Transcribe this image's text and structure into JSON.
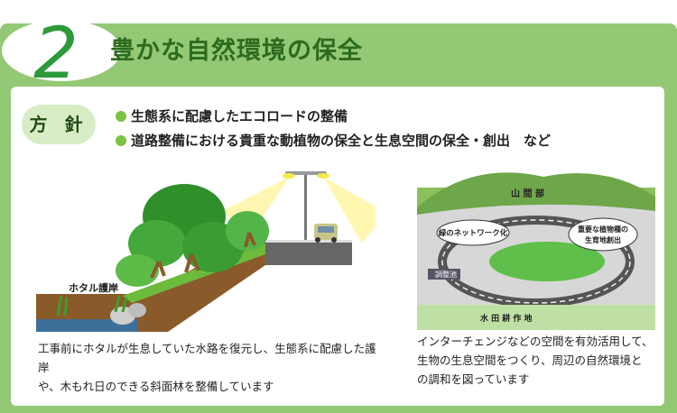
{
  "header": {
    "number": "2",
    "title": "豊かな自然環境の保全"
  },
  "policy": {
    "badge": "方 針",
    "items": [
      "生態系に配慮したエコロードの整備",
      "道路整備における貴重な動植物の保全と生息空間の保全・創出　など"
    ]
  },
  "left_illustration": {
    "label": "ホタル護岸",
    "caption_lines": [
      "工事前にホタルが生息していた水路を復元し、生態系に配慮した護岸",
      "や、木もれ日のできる斜面林を整備しています"
    ]
  },
  "right_illustration": {
    "labels": {
      "mountain": "山 間 部",
      "network": "緑のネットワーク化",
      "habitat_line1": "重要な植物種の",
      "habitat_line2": "生育地創出",
      "pond": "調整池",
      "paddy": "水 田 耕 作 地"
    },
    "caption_lines": [
      "インターチェンジなどの空間を有効活用して、",
      "生物の生息空間をつくり、周辺の自然環境と",
      "の調和を図っています"
    ]
  },
  "colors": {
    "frame_green": "#93c874",
    "title_green": "#2d6b1e",
    "bullet_green": "#7cc243"
  }
}
